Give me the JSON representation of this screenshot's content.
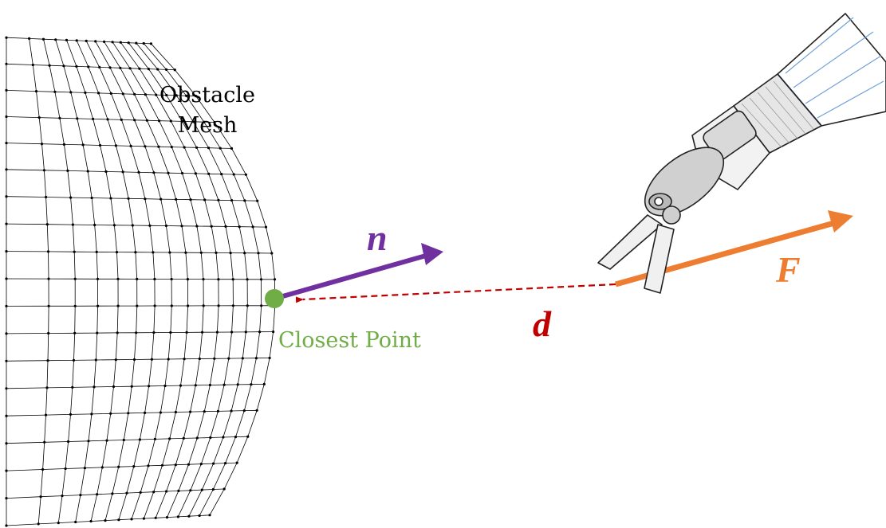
{
  "labels": {
    "obstacle_line1": "Obstacle",
    "obstacle_line2": "Mesh",
    "closest_point": "Closest Point",
    "normal": "n",
    "distance": "d",
    "force": "F"
  },
  "colors": {
    "normal": "#7030a0",
    "closest_point": "#70ad47",
    "distance": "#c00000",
    "force": "#ed7d31",
    "mesh": "#000000",
    "text": "#000000"
  },
  "icons": {
    "tool": "surgical-grasper-icon"
  }
}
